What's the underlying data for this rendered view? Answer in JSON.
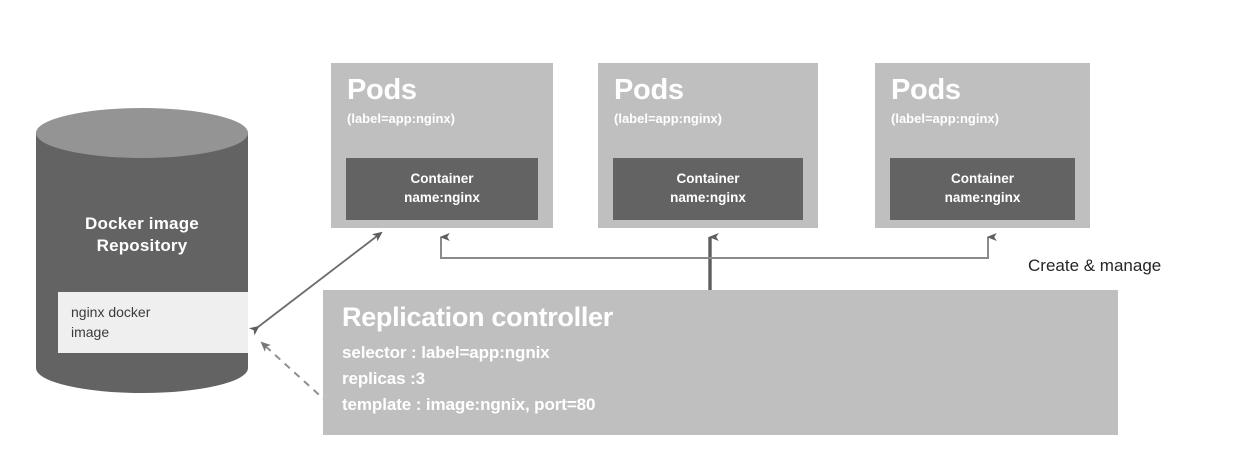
{
  "diagram": {
    "title": "Kubernetes replication controller diagram",
    "background": "#ffffff",
    "colors": {
      "pod_fill": "#bfbfbf",
      "container_fill": "#636363",
      "cylinder_body": "#636363",
      "cylinder_top": "#949494",
      "image_box_fill": "#efefef",
      "label_text": "#ffffff",
      "annotation_text": "#262626",
      "connector": "#6b6b6b"
    }
  },
  "repository": {
    "name": "docker-image-repository",
    "title_line1": "Docker image",
    "title_line2": "Repository",
    "image_box": {
      "line1": "nginx docker",
      "line2": "image"
    }
  },
  "pods": [
    {
      "title": "Pods",
      "label": "(label=app:nginx)",
      "container": {
        "line1": "Container",
        "line2": "name:nginx"
      }
    },
    {
      "title": "Pods",
      "label": "(label=app:nginx)",
      "container": {
        "line1": "Container",
        "line2": "name:nginx"
      }
    },
    {
      "title": "Pods",
      "label": "(label=app:nginx)",
      "container": {
        "line1": "Container",
        "line2": "name:nginx"
      }
    }
  ],
  "replication_controller": {
    "title": "Replication controller",
    "properties": [
      "selector : label=app:ngnix",
      "replicas :3",
      "template : image:ngnix, port=80"
    ]
  },
  "annotations": {
    "create_manage": "Create & manage"
  }
}
